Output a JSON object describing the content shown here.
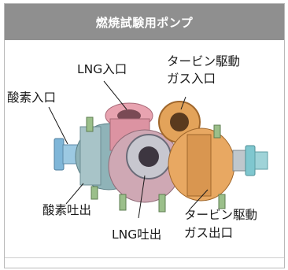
{
  "header": {
    "title": "燃焼試験用ポンプ"
  },
  "labels": {
    "lng_inlet": "LNG入口",
    "turbine_inlet_line1": "タービン駆動",
    "turbine_inlet_line2": "ガス入口",
    "oxygen_inlet": "酸素入口",
    "oxygen_outlet": "酸素吐出",
    "lng_outlet": "LNG吐出",
    "turbine_outlet_line1": "タービン駆動",
    "turbine_outlet_line2": "ガス出口"
  }
}
